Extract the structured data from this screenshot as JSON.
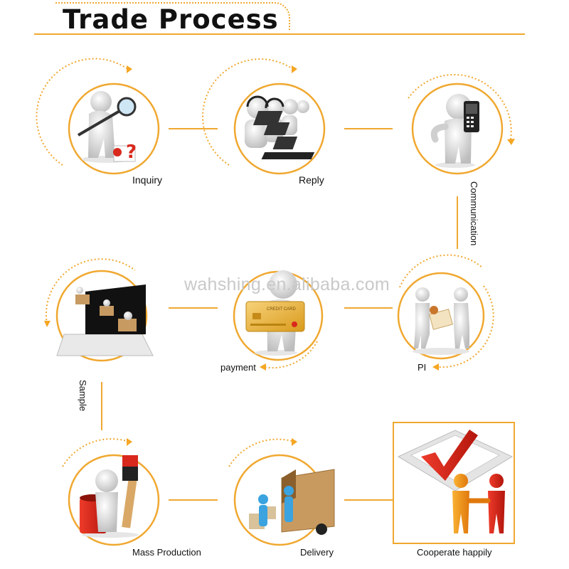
{
  "title": "Trade Process",
  "watermark": "wahshing.en.alibaba.com",
  "colors": {
    "accent": "#f0a830",
    "arrow": "#f5a623",
    "figure": "#dcdcdc",
    "red": "#d9281c"
  },
  "steps": [
    {
      "id": "inquiry",
      "label": "Inquiry",
      "icon": "magnifier-inquiry-icon"
    },
    {
      "id": "reply",
      "label": "Reply",
      "icon": "call-center-headset-icon"
    },
    {
      "id": "communication",
      "label": "Communication",
      "icon": "mobile-phone-icon"
    },
    {
      "id": "pi",
      "label": "PI",
      "icon": "handshake-document-icon"
    },
    {
      "id": "payment",
      "label": "payment",
      "icon": "credit-card-icon"
    },
    {
      "id": "sample",
      "label": "Sample",
      "icon": "laptop-boxes-icon"
    },
    {
      "id": "mass-production",
      "label": "Mass Production",
      "icon": "paintbrush-bucket-icon"
    },
    {
      "id": "delivery",
      "label": "Delivery",
      "icon": "delivery-truck-icon"
    },
    {
      "id": "cooperate",
      "label": "Cooperate happily",
      "icon": "checkmark-handshake-icon"
    }
  ],
  "card_text": "CREDIT CARD"
}
